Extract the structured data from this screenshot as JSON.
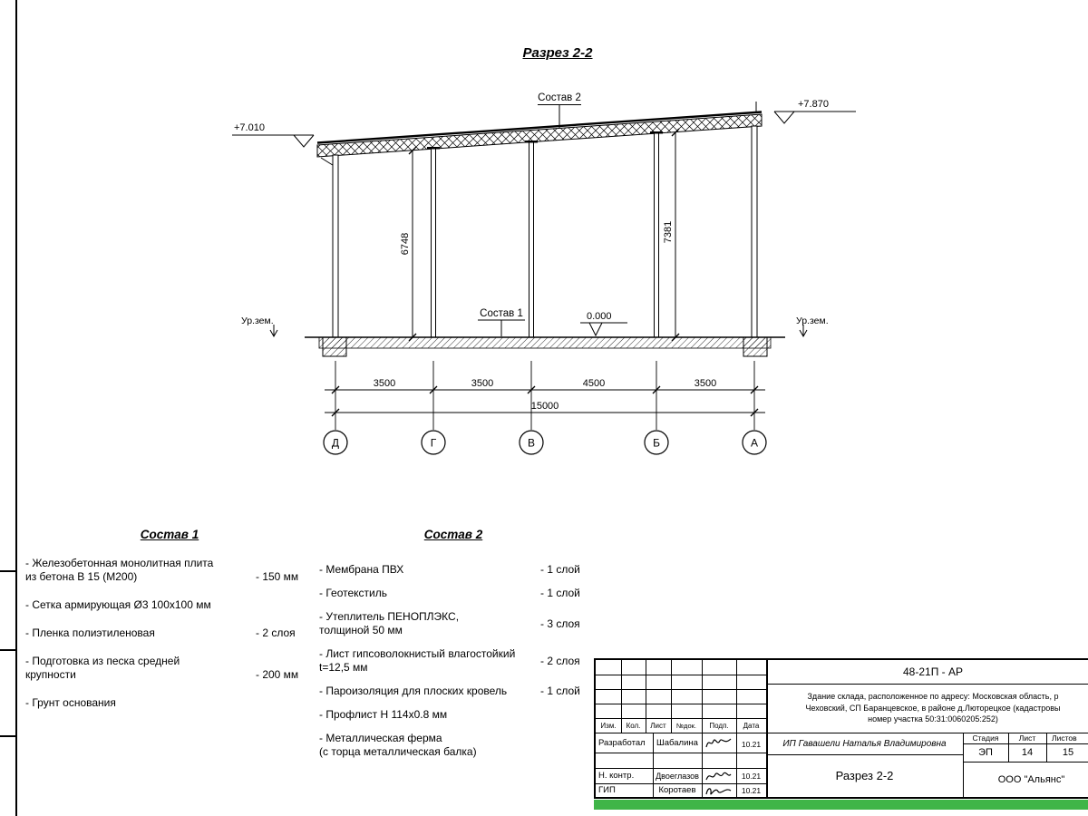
{
  "drawing": {
    "title": "Разрез 2-2",
    "elev_left": "+7.010",
    "elev_right": "+7.870",
    "sostav2_label": "Состав 2",
    "sostav1_label": "Состав 1",
    "zero_level": "0.000",
    "ground_left": "Ур.зем.",
    "ground_right": "Ур.зем.",
    "height_left": "6748",
    "height_right": "7381",
    "dims": [
      "3500",
      "3500",
      "4500",
      "3500"
    ],
    "total_dim": "15000",
    "grid": [
      "Д",
      "Г",
      "В",
      "Б",
      "А"
    ]
  },
  "sostav1": {
    "heading": "Состав 1",
    "items": [
      {
        "text": "- Железобетонная  монолитная плита\nиз бетона В 15 (М200)",
        "value": "- 150 мм"
      },
      {
        "text": "- Сетка армирующая Ø3 100х100 мм",
        "value": ""
      },
      {
        "text": "- Пленка полиэтиленовая",
        "value": "- 2 слоя"
      },
      {
        "text": "- Подготовка из песка средней\nкрупности",
        "value": "- 200 мм"
      },
      {
        "text": "- Грунт основания",
        "value": ""
      }
    ]
  },
  "sostav2": {
    "heading": "Состав 2",
    "items": [
      {
        "text": "- Мембрана ПВХ",
        "value": "- 1 слой"
      },
      {
        "text": "- Геотекстиль",
        "value": "- 1 слой"
      },
      {
        "text": "- Утеплитель ПЕНОПЛЭКС,\nтолщиной 50 мм",
        "value": "- 3 слоя"
      },
      {
        "text": "- Лист гипсоволокнистый влагостойкий\nt=12,5 мм",
        "value": "- 2 слоя"
      },
      {
        "text": "- Пароизоляция для плоских кровель",
        "value": "- 1 слой"
      },
      {
        "text": "- Профлист Н 114х0.8 мм",
        "value": ""
      },
      {
        "text": "- Металлическая ферма\n(с торца металлическая балка)",
        "value": ""
      }
    ]
  },
  "titleblock": {
    "doc_code": "48-21П - АР",
    "description_lines": [
      "Здание склада, расположенное по адресу: Московская область, р",
      "Чеховский, СП Баранцевское, в районе д.Люторецкое  (кадастровы",
      "номер участка 50:31:0060205:252)"
    ],
    "columns": [
      "Изм.",
      "Кол.",
      "Лист",
      "№док.",
      "Подп.",
      "Дата"
    ],
    "rows": [
      {
        "role": "Разработал",
        "name": "Шабалина",
        "date": "10.21"
      },
      {
        "role": "Н. контр.",
        "name": "Двоеглазов",
        "date": "10.21"
      },
      {
        "role": "ГИП",
        "name": "Коротаев",
        "date": "10.21"
      }
    ],
    "client": "ИП Гавашели Наталья Владимировна",
    "stage_cols": [
      "Стадия",
      "Лист",
      "Листов"
    ],
    "stage_vals": [
      "ЭП",
      "14",
      "15"
    ],
    "sheet_title": "Разрез 2-2",
    "company": "ООО \"Альянс\"",
    "accent_green": "#3fb548"
  }
}
